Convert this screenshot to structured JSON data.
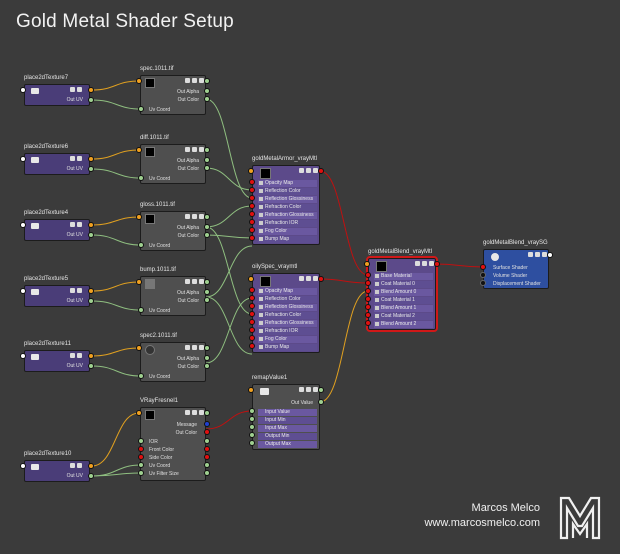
{
  "title": "Gold Metal Shader Setup",
  "colors": {
    "background": "#3b3b3b",
    "place2d": "#4a3d78",
    "file": "#4f4f4f",
    "vray": "#5c4a8a",
    "sg": "#2e4fa0",
    "highlight": "#d01818"
  },
  "place2d_nodes": [
    {
      "name": "place2dTexture7",
      "out": "Out UV"
    },
    {
      "name": "place2dTexture6",
      "out": "Out UV"
    },
    {
      "name": "place2dTexture4",
      "out": "Out UV"
    },
    {
      "name": "place2dTexture5",
      "out": "Out UV"
    },
    {
      "name": "place2dTexture11",
      "out": "Out UV"
    },
    {
      "name": "place2dTexture10",
      "out": "Out UV"
    }
  ],
  "file_nodes": [
    {
      "name": "spec.1011.tif",
      "out_alpha": "Out Alpha",
      "out_color": "Out Color",
      "uv": "Uv Coord"
    },
    {
      "name": "diff.1011.tif",
      "out_alpha": "Out Alpha",
      "out_color": "Out Color",
      "uv": "Uv Coord"
    },
    {
      "name": "gloss.1011.tif",
      "out_alpha": "Out Alpha",
      "out_color": "Out Color",
      "uv": "Uv Coord"
    },
    {
      "name": "bump.1011.tif",
      "out_alpha": "Out Alpha",
      "out_color": "Out Color",
      "uv": "Uv Coord"
    },
    {
      "name": "spec2.1011.tif",
      "out_alpha": "Out Alpha",
      "out_color": "Out Color",
      "uv": "Uv Coord"
    }
  ],
  "fresnel": {
    "name": "VRayFresnel1",
    "message": "Message",
    "out_color": "Out Color",
    "attrs": [
      "IOR",
      "Front Color",
      "Side Color",
      "Uv Coord",
      "Uv Filter Size"
    ]
  },
  "mtl_armor": {
    "name": "goldMetalArmor_vrayMtl",
    "attrs": [
      "Opacity Map",
      "Reflection Color",
      "Reflection Glossiness",
      "Refraction Color",
      "Refraction Glossiness",
      "Refraction IOR",
      "Fog Color",
      "Bump Map"
    ]
  },
  "mtl_oily": {
    "name": "oilySpec_vraymtl",
    "attrs": [
      "Opacity Map",
      "Reflection Color",
      "Reflection Glossiness",
      "Refraction Color",
      "Refraction Glossiness",
      "Refraction IOR",
      "Fog Color",
      "Bump Map"
    ]
  },
  "remap": {
    "name": "remapValue1",
    "out": "Out Value",
    "attrs": [
      "Input Value",
      "Input Min",
      "Input Max",
      "Output Min",
      "Output Max"
    ]
  },
  "blend": {
    "name": "goldMetalBlend_vrayMtl",
    "attrs": [
      "Base Material",
      "Coat Material 0",
      "Blend Amount 0",
      "Coat Material 1",
      "Blend Amount 1",
      "Coat Material 2",
      "Blend Amount 2"
    ]
  },
  "sg": {
    "name": "goldMetalBlend_vraySG",
    "attrs": [
      "Surface Shader",
      "Volume Shader",
      "Displacement Shader"
    ]
  },
  "author": {
    "name": "Marcos Melco",
    "website": "www.marcosmelco.com"
  }
}
